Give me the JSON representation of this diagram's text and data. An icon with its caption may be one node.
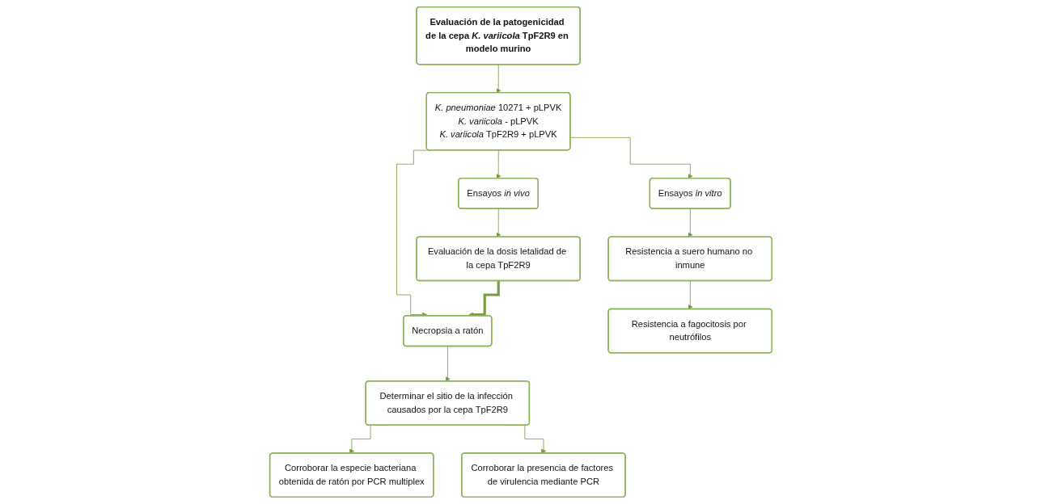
{
  "diagram": {
    "nodes": [
      {
        "text": [
          "Evaluación de la patogenicidad de la cepa *K. variicola* TpF2R9 en modelo murino"
        ]
      },
      {
        "text": [
          "*K. pneumoniae* 10271 + pLPVK",
          "*K. variicola* - pLPVK",
          "*K. variicola* TpF2R9 + pLPVK"
        ]
      },
      {
        "text": [
          "Ensayos *in vitro*"
        ]
      },
      {
        "text": [
          "Ensayos *in vivo*"
        ]
      },
      {
        "text": [
          "Necropsia a ratón"
        ]
      },
      {
        "text": [
          "Resistencia a suero humano no inmune"
        ]
      },
      {
        "text": [
          "Resistencia a fagocitosis por neutrófilos"
        ]
      },
      {
        "text": [
          "Evaluación de la dosis letalidad de la cepa TpF2R9"
        ]
      },
      {
        "text": [
          "Determinar el sitio de la infección causados por la cepa TpF2R9"
        ]
      },
      {
        "text": [
          "Corroborar la especie bacteriana obtenida de ratón por PCR multiplex"
        ]
      },
      {
        "text": [
          "Corroborar la presencia de factores de virulencia mediante PCR"
        ]
      }
    ],
    "edges": [
      {
        "from": 0,
        "to": 1,
        "arrow": "to"
      },
      {
        "from": 1,
        "to": 2,
        "arrow": "to"
      },
      {
        "from": 1,
        "to": 3,
        "arrow": "to"
      },
      {
        "from": 1,
        "to": 4,
        "arrow": "to"
      },
      {
        "from": 2,
        "to": 5,
        "arrow": "to"
      },
      {
        "from": 5,
        "to": 6,
        "arrow": "to"
      },
      {
        "from": 3,
        "to": 7,
        "arrow": "to"
      },
      {
        "from": 7,
        "to": 4,
        "arrow": "to",
        "style": "thick"
      },
      {
        "from": 4,
        "to": 8,
        "arrow": "to"
      },
      {
        "from": 8,
        "to": 9,
        "arrow": "to"
      },
      {
        "from": 8,
        "to": 10,
        "arrow": "to"
      }
    ]
  }
}
